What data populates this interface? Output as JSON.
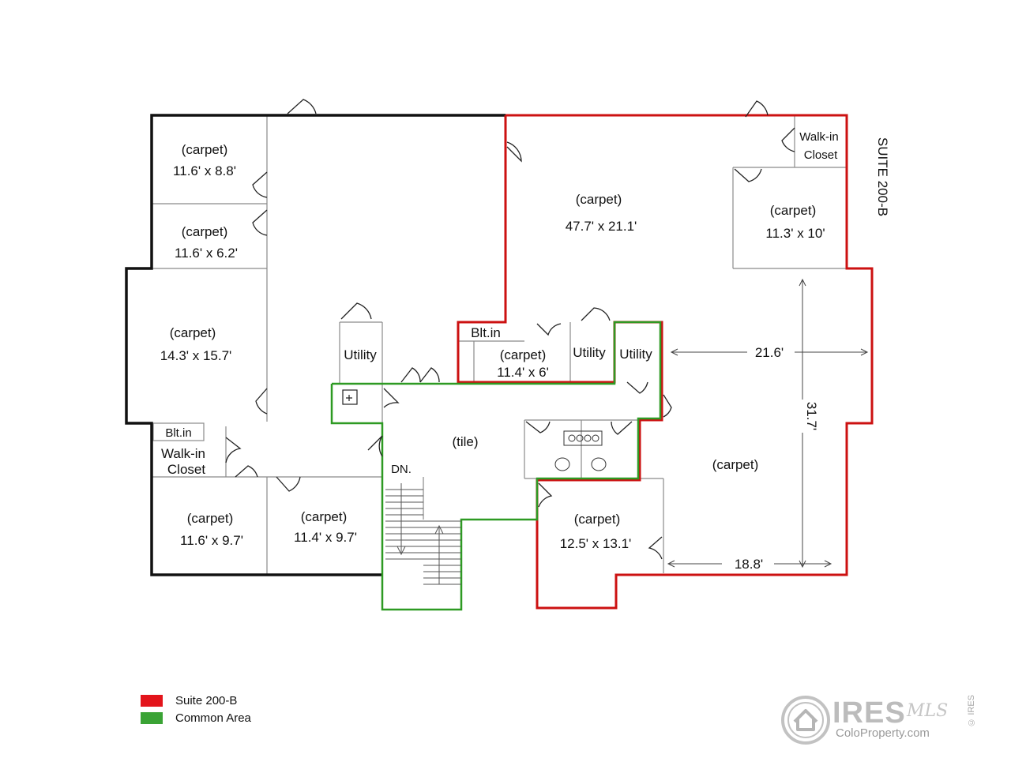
{
  "suite_title": "SUITE 200-B",
  "rooms": {
    "r1": {
      "label": "(carpet)",
      "size": "11.6' x 8.8'"
    },
    "r2": {
      "label": "(carpet)",
      "size": "11.6' x 6.2'"
    },
    "r3": {
      "label": "(carpet)",
      "size": "14.3' x 15.7'"
    },
    "r4": {
      "label": "(carpet)",
      "size": "11.6' x 9.7'"
    },
    "r5": {
      "label": "(carpet)",
      "size": "11.4' x 9.7'"
    },
    "r6": {
      "label": "(carpet)",
      "size": "47.7' x 21.1'"
    },
    "r7": {
      "label": "(carpet)",
      "size": "11.3' x 10'"
    },
    "r8": {
      "label": "(carpet)",
      "size": "11.4' x 6'"
    },
    "r9": {
      "label": "(carpet)",
      "size": "12.5' x 13.1'"
    },
    "r10": {
      "label": "(carpet)"
    },
    "tile": {
      "label": "(tile)"
    }
  },
  "labels": {
    "blt_in_left": "Blt.in",
    "walk_in_left": [
      "Walk-in",
      "Closet"
    ],
    "walk_in_right": [
      "Walk-in",
      "Closet"
    ],
    "blt_in_mid": "Blt.in",
    "utility_1": "Utility",
    "utility_2": "Utility",
    "utility_3": "Utility",
    "stairs_down": "DN."
  },
  "dimensions": {
    "width_upper": "21.6'",
    "height_right": "31.7'",
    "width_lower": "18.8'"
  },
  "legend": [
    {
      "label": "Suite 200-B",
      "color": "#e3141b"
    },
    {
      "label": "Common Area",
      "color": "#3aa335"
    }
  ],
  "logo": {
    "brand": "IRES",
    "script": "MLS",
    "sub": "ColoProperty.com",
    "side": "© IRES"
  }
}
